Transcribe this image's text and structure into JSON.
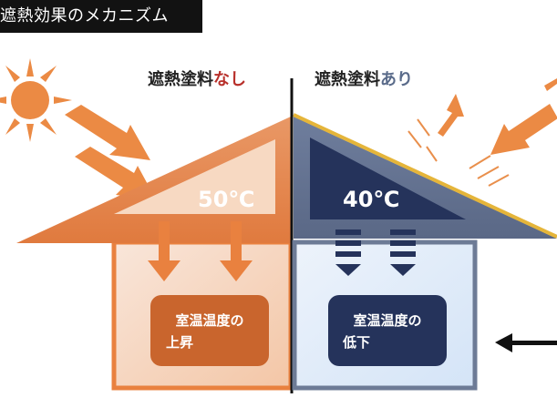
{
  "header": {
    "title": "遮熱効果のメカニズム"
  },
  "left": {
    "label_main": "遮熱塗料",
    "label_accent": "なし",
    "temperature": "50℃",
    "result_line1": "室温温度の",
    "result_line2": "上昇"
  },
  "right": {
    "label_main": "遮熱塗料",
    "label_accent": "あり",
    "temperature": "40℃",
    "result_line1": "室温温度の",
    "result_line2": "低下"
  },
  "colors": {
    "orange": "#e9813f",
    "orange_dark": "#c2642d",
    "orange_light": "#f5c9a6",
    "navy": "#25335b",
    "slate": "#6d7b96",
    "slate_light": "#a8b3c9",
    "blue_light": "#dce8f8",
    "sun": "#eb8a44",
    "accent_red": "#b8302b",
    "accent_blue": "#5a6b8a",
    "gold": "#e5b53a"
  },
  "icons": {
    "sun": "sun-icon",
    "down_arrow": "down-arrow-icon",
    "up_arrow": "up-arrow-icon",
    "left_arrow": "left-arrow-icon"
  }
}
